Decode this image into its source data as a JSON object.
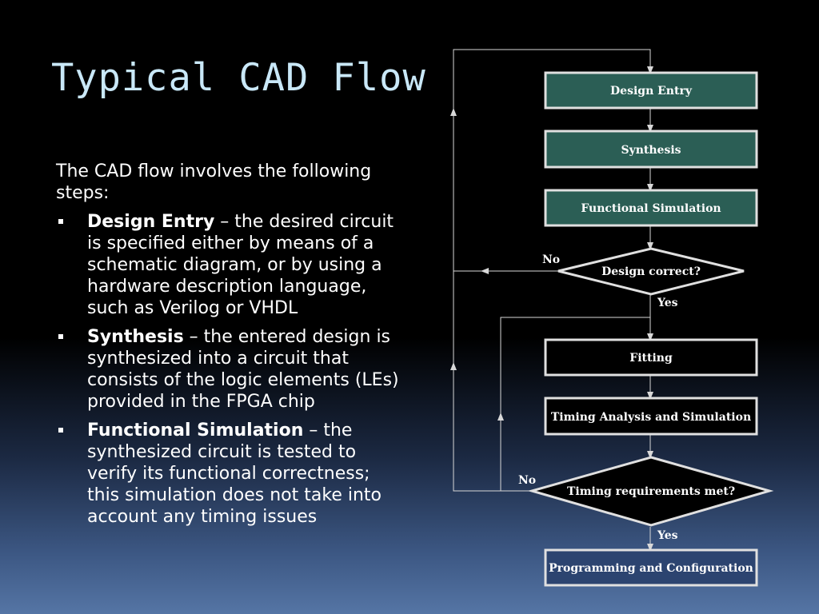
{
  "title": "Typical CAD Flow",
  "intro": "The CAD flow involves the following steps:",
  "bullets": [
    {
      "term": "Design Entry",
      "text": " – the desired circuit is specified either by means of a schematic diagram, or by using a hardware description language, such as Verilog or VHDL"
    },
    {
      "term": "Synthesis",
      "text": " – the entered design is synthesized into a circuit that consists of the logic elements (LEs) provided in the FPGA chip"
    },
    {
      "term": "Functional Simulation",
      "text": " – the synthesized circuit is tested to verify its functional correctness; this simulation does not take into account any timing issues"
    }
  ],
  "flowchart": {
    "design_entry": "Design Entry",
    "synthesis": "Synthesis",
    "functional_simulation": "Functional Simulation",
    "design_correct": "Design correct?",
    "fitting": "Fitting",
    "timing_analysis": "Timing Analysis and Simulation",
    "timing_met": "Timing requirements met?",
    "programming": "Programming and Configuration",
    "no_label": "No",
    "yes_label": "Yes"
  },
  "colors": {
    "title": "#c9e8f8",
    "box_fill_teal": "#2b5e55",
    "box_border": "#e0e0e0",
    "line": "#d8d8d8"
  }
}
